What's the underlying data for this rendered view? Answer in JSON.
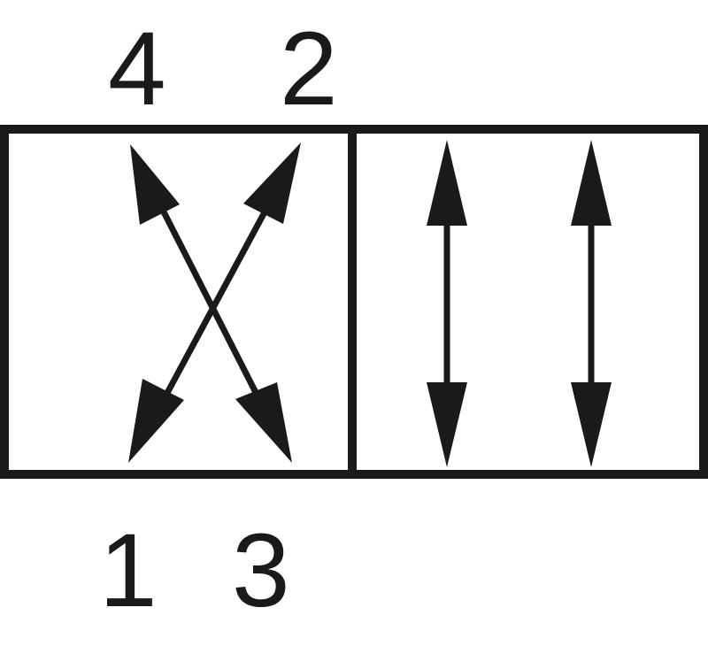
{
  "diagram": {
    "colors": {
      "line": "#1a1a1a",
      "background": "#ffffff"
    },
    "ports": {
      "top_left": "4",
      "top_right": "2",
      "bottom_left": "1",
      "bottom_right": "3"
    }
  }
}
